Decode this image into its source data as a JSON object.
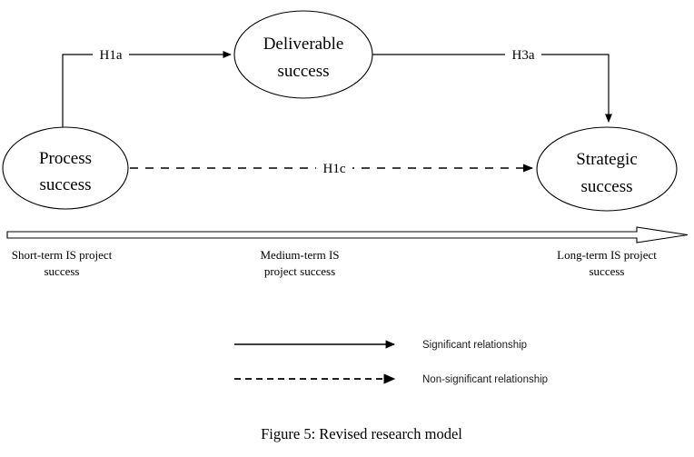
{
  "figure": {
    "caption": "Figure 5: Revised research model"
  },
  "nodes": [
    {
      "id": "process",
      "line1": "Process",
      "line2": "success"
    },
    {
      "id": "deliverable",
      "line1": "Deliverable",
      "line2": "success"
    },
    {
      "id": "strategic",
      "line1": "Strategic",
      "line2": "success"
    }
  ],
  "edges": [
    {
      "id": "h1a",
      "label": "H1a",
      "from": "process",
      "to": "deliverable",
      "style": "solid"
    },
    {
      "id": "h3a",
      "label": "H3a",
      "from": "deliverable",
      "to": "strategic",
      "style": "solid"
    },
    {
      "id": "h1c",
      "label": "H1c",
      "from": "process",
      "to": "strategic",
      "style": "dashed"
    }
  ],
  "timeline": {
    "phases": [
      {
        "id": "short",
        "line1": "Short-term IS project",
        "line2": "success"
      },
      {
        "id": "medium",
        "line1": "Medium-term IS",
        "line2": "project success"
      },
      {
        "id": "long",
        "line1": "Long-term IS project",
        "line2": "success"
      }
    ]
  },
  "legend": {
    "items": [
      {
        "id": "significant",
        "style": "solid",
        "label": "Significant relationship"
      },
      {
        "id": "non-significant",
        "style": "dashed",
        "label": "Non-significant relationship"
      }
    ]
  },
  "colors": {
    "stroke": "#000000",
    "background": "#ffffff",
    "text": "#000000"
  }
}
